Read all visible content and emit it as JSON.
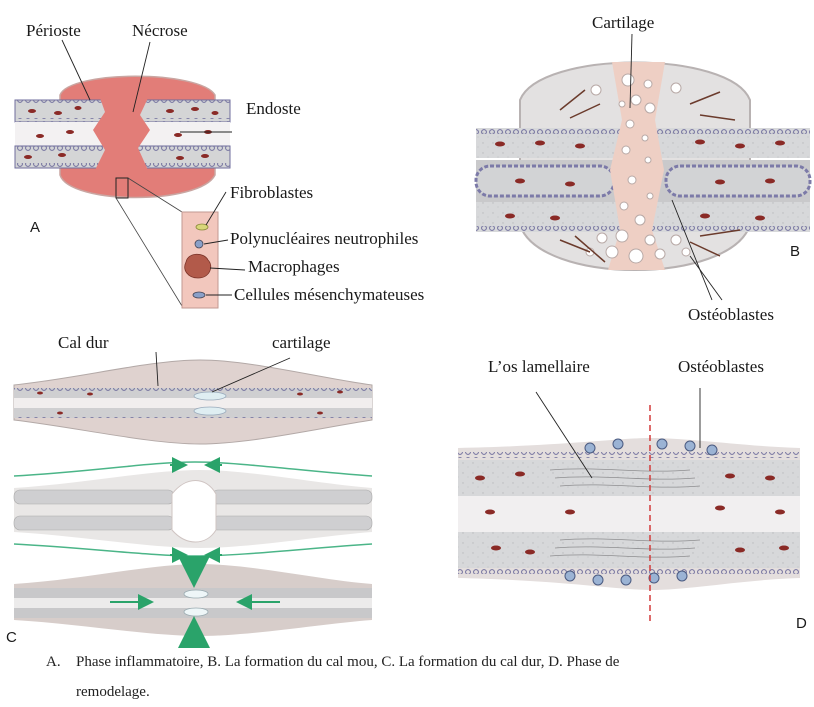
{
  "panel_a": {
    "letter": "A",
    "perioste": "Périoste",
    "necrose": "Nécrose",
    "endoste": "Endoste",
    "fibroblastes": "Fibroblastes",
    "neutrophiles": "Polynucléaires neutrophiles",
    "macrophages": "Macrophages",
    "mesenchymateuses": "Cellules mésenchymateuses"
  },
  "panel_b": {
    "letter": "B",
    "cartilage": "Cartilage",
    "osteoblastes": "Ostéoblastes"
  },
  "panel_c": {
    "letter": "C",
    "cal_dur": "Cal dur",
    "cartilage": "cartilage"
  },
  "panel_d": {
    "letter": "D",
    "os_lamellaire": "L’os lamellaire",
    "osteoblastes": "Ostéoblastes"
  },
  "caption": {
    "marker": "A.",
    "line1": "Phase inflammatoire, B. La formation du cal mou, C. La formation du cal dur, D. Phase de",
    "line2": "remodelage."
  },
  "colors": {
    "hematoma": "#e27d78",
    "bone": "#d4d5d6",
    "marrow": "#f0eff0",
    "periosteum_cells": "#7c7aa8",
    "callus": "#dfd2cf",
    "cartilage_core": "#eecfc4",
    "osteocyte": "#8a2a26",
    "arrow_green": "#2aa36a",
    "dashed_red": "#d33a3a"
  }
}
